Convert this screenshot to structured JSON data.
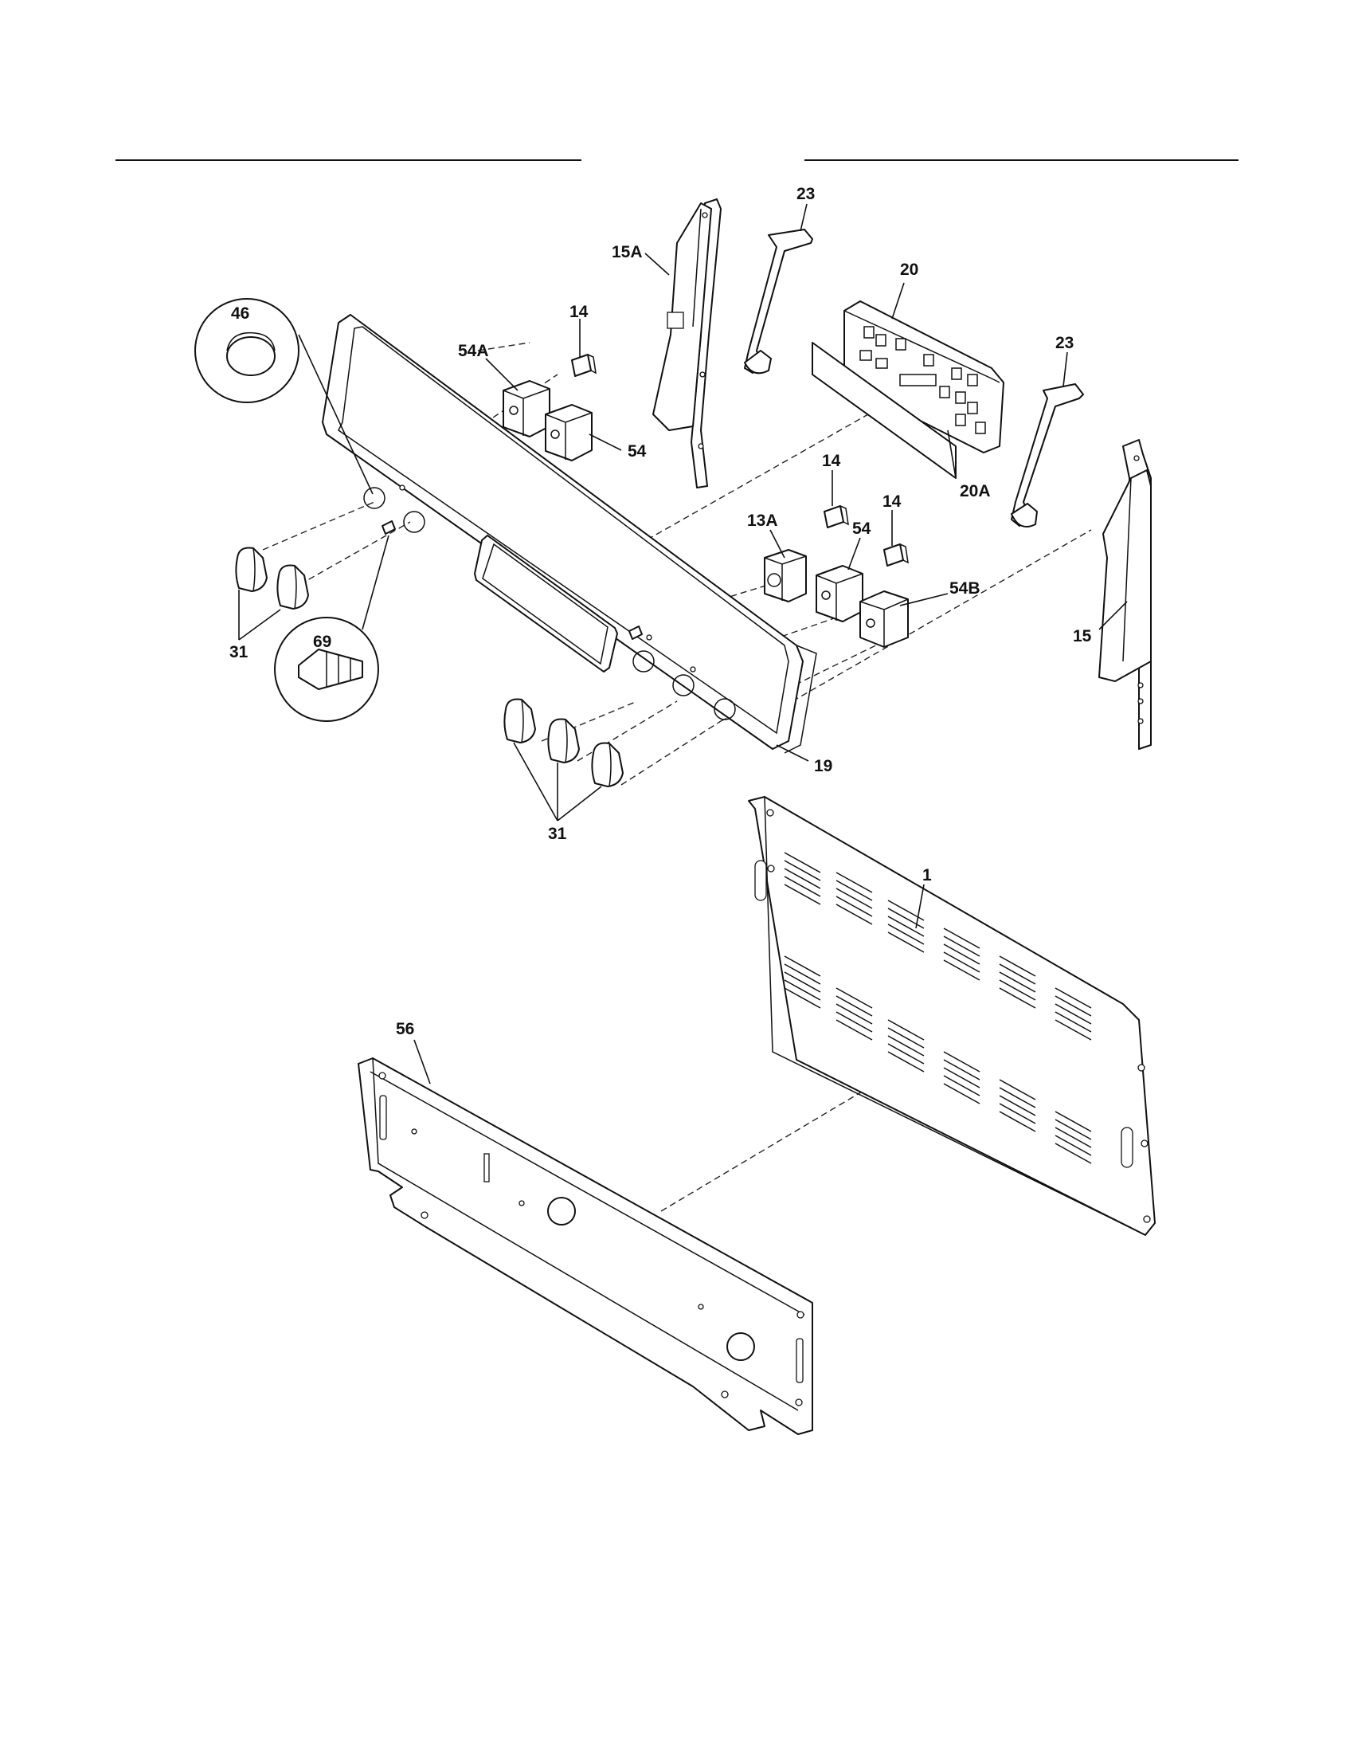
{
  "colors": {
    "line": "#111111",
    "background": "#ffffff"
  },
  "labels": {
    "l23a": "23",
    "l15a": "15A",
    "l20": "20",
    "l14a": "14",
    "l54a": "54A",
    "l23b": "23",
    "l46": "46",
    "l54top": "54",
    "l14b": "14",
    "l20a": "20A",
    "l14c": "14",
    "l13a": "13A",
    "l54mid": "54",
    "l54b": "54B",
    "l15": "15",
    "l31a": "31",
    "l69": "69",
    "l19": "19",
    "l31b": "31",
    "l1": "1",
    "l56": "56"
  }
}
